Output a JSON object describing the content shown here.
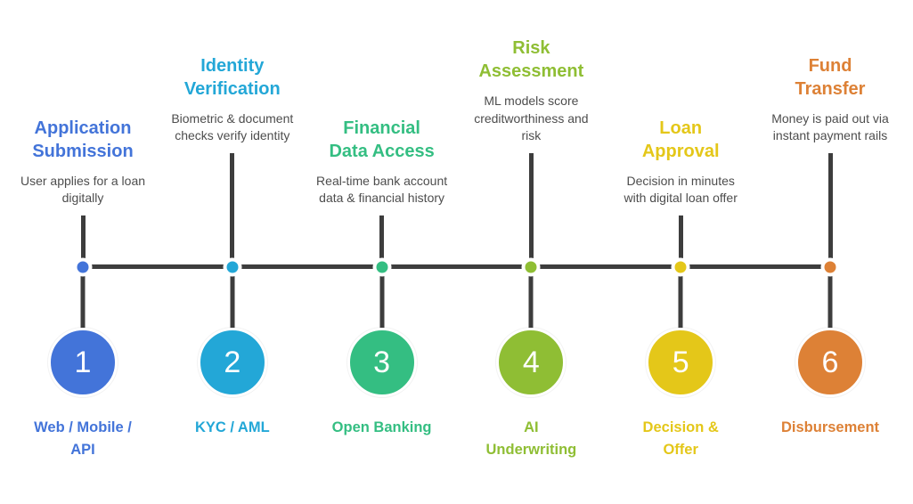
{
  "diagram": {
    "name": "digital-lending-process-timeline",
    "axis_color": "#3d3d3d",
    "description_text_color": "#4d4d4d",
    "background_color": "#ffffff",
    "steps": [
      {
        "number": "1",
        "title": "Application\nSubmission",
        "description": "User applies for a loan digitally",
        "label": "Web / Mobile /\nAPI",
        "color": "#4374D9"
      },
      {
        "number": "2",
        "title": "Identity\nVerification",
        "description": "Biometric & document checks verify identity",
        "label": "KYC / AML",
        "color": "#23A7D7"
      },
      {
        "number": "3",
        "title": "Financial\nData Access",
        "description": "Real-time bank account data & financial history",
        "label": "Open Banking",
        "color": "#34BE82"
      },
      {
        "number": "4",
        "title": "Risk\nAssessment",
        "description": "ML models score creditworthiness and risk",
        "label": "AI\nUnderwriting",
        "color": "#8FBE34"
      },
      {
        "number": "5",
        "title": "Loan\nApproval",
        "description": "Decision in minutes with digital loan offer",
        "label": "Decision &\nOffer",
        "color": "#E4C719"
      },
      {
        "number": "6",
        "title": "Fund\nTransfer",
        "description": "Money is paid out via instant payment rails",
        "label": "Disbursement",
        "color": "#DD8136"
      }
    ]
  }
}
